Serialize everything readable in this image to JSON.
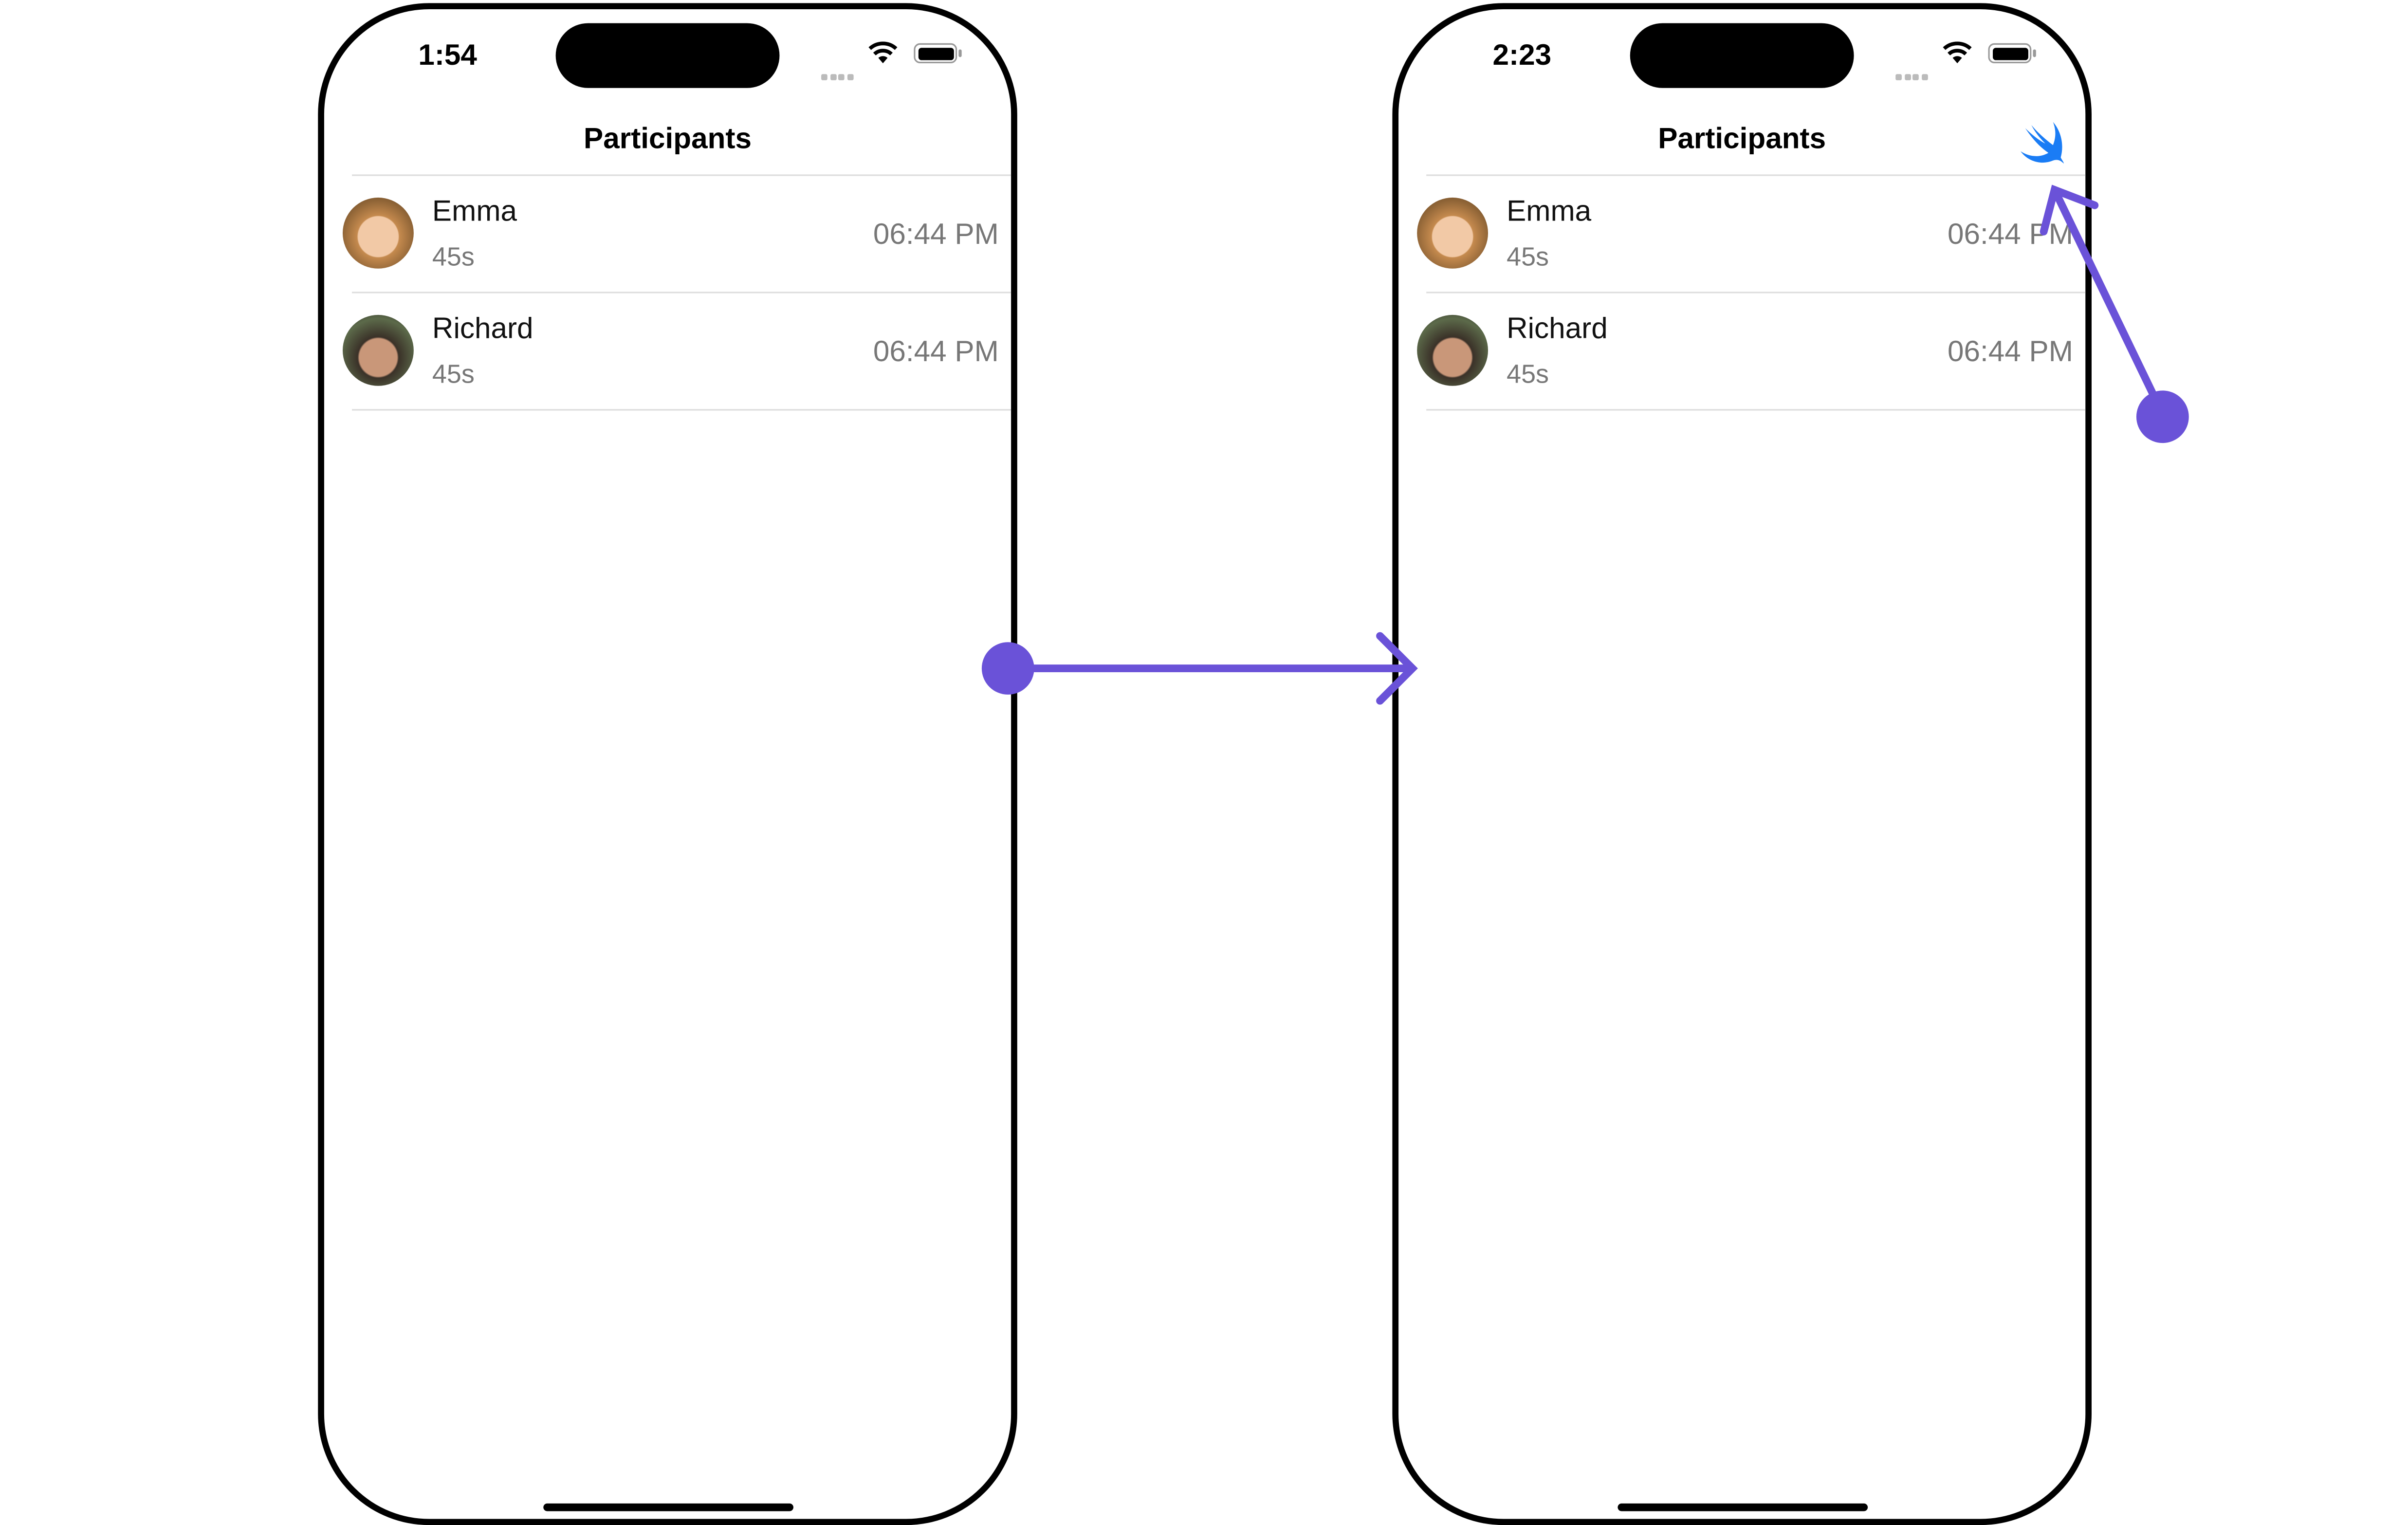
{
  "screens": [
    {
      "status_time": "1:54",
      "title": "Participants",
      "has_swift_icon": false,
      "participants": [
        {
          "name": "Emma",
          "duration": "45s",
          "time": "06:44 PM"
        },
        {
          "name": "Richard",
          "duration": "45s",
          "time": "06:44 PM"
        }
      ]
    },
    {
      "status_time": "2:23",
      "title": "Participants",
      "has_swift_icon": true,
      "participants": [
        {
          "name": "Emma",
          "duration": "45s",
          "time": "06:44 PM"
        },
        {
          "name": "Richard",
          "duration": "45s",
          "time": "06:44 PM"
        }
      ]
    }
  ],
  "colors": {
    "annotation": "#6a52d8",
    "swift_icon": "#1a7cf5"
  },
  "icons": [
    "wifi-icon",
    "battery-icon",
    "swift-icon"
  ]
}
